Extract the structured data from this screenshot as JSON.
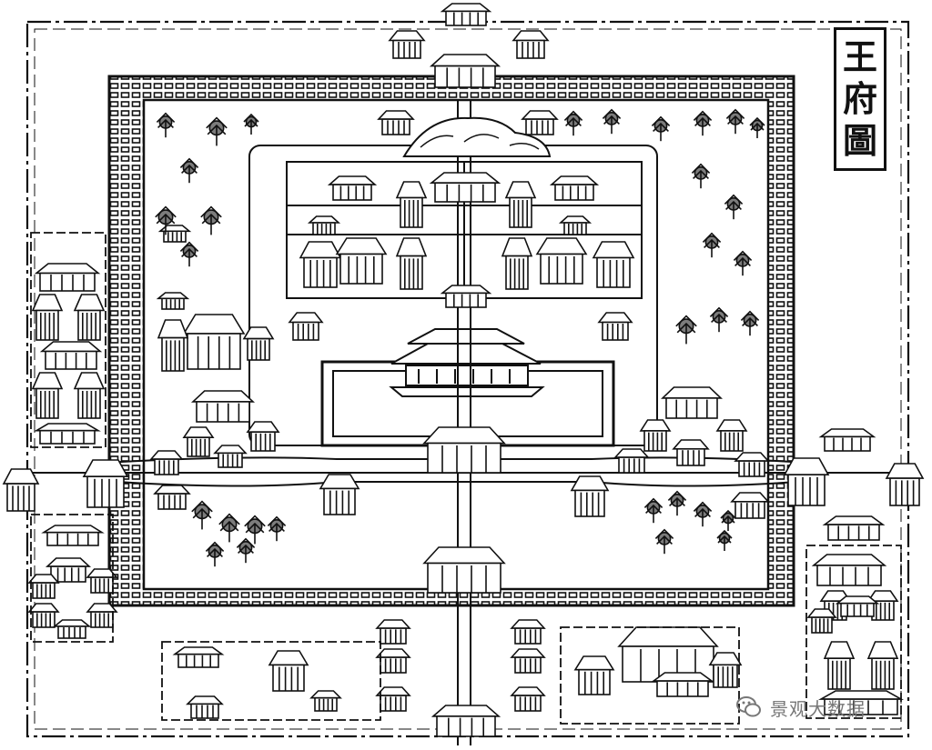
{
  "title": {
    "chars": [
      "王",
      "府",
      "圖"
    ]
  },
  "watermark": {
    "text": "景观大数据",
    "icon": "wechat-icon"
  },
  "colors": {
    "ink": "#111111",
    "paper": "#ffffff",
    "watermark": "#777777"
  }
}
